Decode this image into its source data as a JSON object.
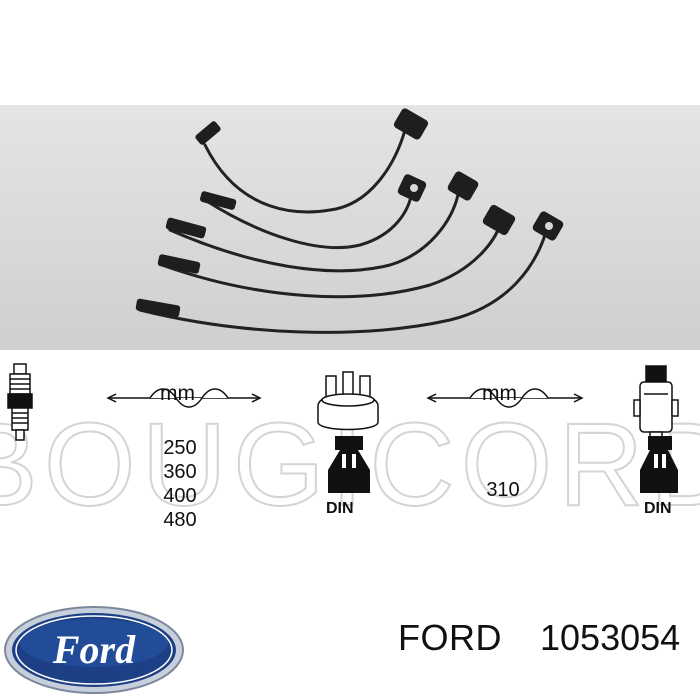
{
  "product_image": {
    "watermark_text": "BOUGICORD"
  },
  "diagram": {
    "left": {
      "unit": "mm",
      "lengths": [
        "250",
        "360",
        "400",
        "480"
      ],
      "connector_label": "DIN"
    },
    "right": {
      "unit": "mm",
      "lengths": [
        "310"
      ],
      "connector_label": "DIN"
    }
  },
  "brand_logo": {
    "text": "Ford",
    "colors": {
      "oval": "#1a3a7a",
      "rim": "#c0c8d8",
      "text": "#ffffff"
    }
  },
  "caption": {
    "brand": "FORD",
    "part_number": "1053054"
  }
}
